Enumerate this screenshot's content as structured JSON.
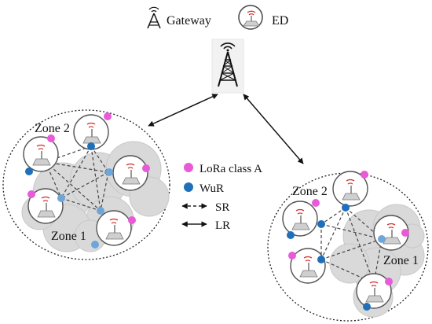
{
  "legend": {
    "gateway_label": "Gateway",
    "ed_label": "ED",
    "lora_label": "LoRa class A",
    "wur_label": "WuR",
    "sr_label": "SR",
    "lr_label": "LR"
  },
  "cluster_left": {
    "zone2_label": "Zone 2",
    "zone1_label": "Zone 1"
  },
  "cluster_right": {
    "zone2_label": "Zone 2",
    "zone1_label": "Zone 1"
  },
  "colors": {
    "lora": "#e85ad8",
    "wur": "#1f6fba",
    "wur_light": "#6ea6d9",
    "cloud": "#d9d9d9",
    "antenna_red": "#d23030"
  },
  "icons": [
    "gateway-tower-icon",
    "end-device-icon"
  ]
}
